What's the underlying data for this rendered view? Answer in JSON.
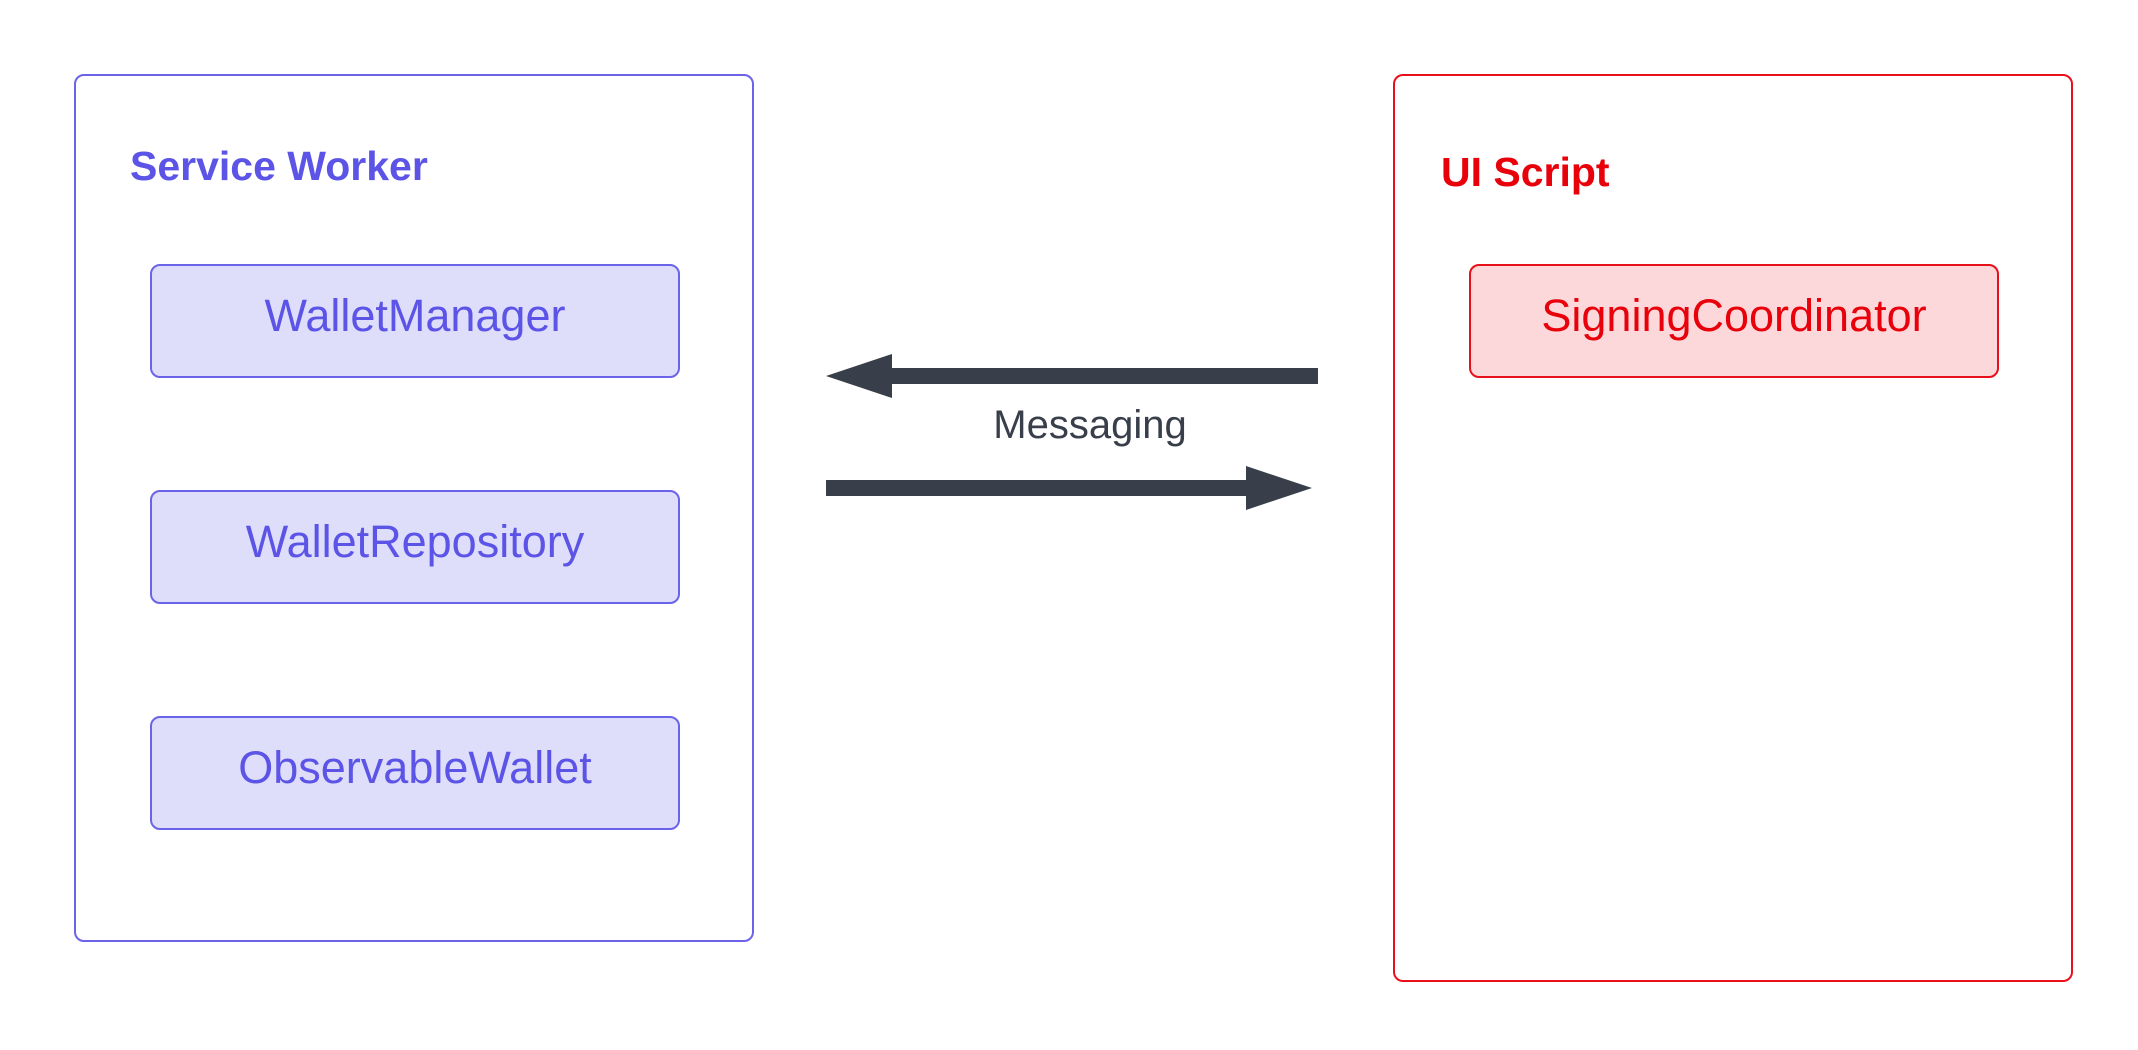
{
  "colors": {
    "service_worker": "#5c54e6",
    "service_worker_fill": "#dedefb",
    "ui_script": "#e8000b",
    "ui_script_fill": "#fdd8da",
    "arrow": "#393f4a"
  },
  "service_worker": {
    "title": "Service Worker",
    "components": [
      "WalletManager",
      "WalletRepository",
      "ObservableWallet"
    ]
  },
  "ui_script": {
    "title": "UI Script",
    "components": [
      "SigningCoordinator"
    ]
  },
  "connection": {
    "label": "Messaging",
    "arrows": [
      "ui-script-to-service-worker",
      "service-worker-to-ui-script"
    ]
  }
}
